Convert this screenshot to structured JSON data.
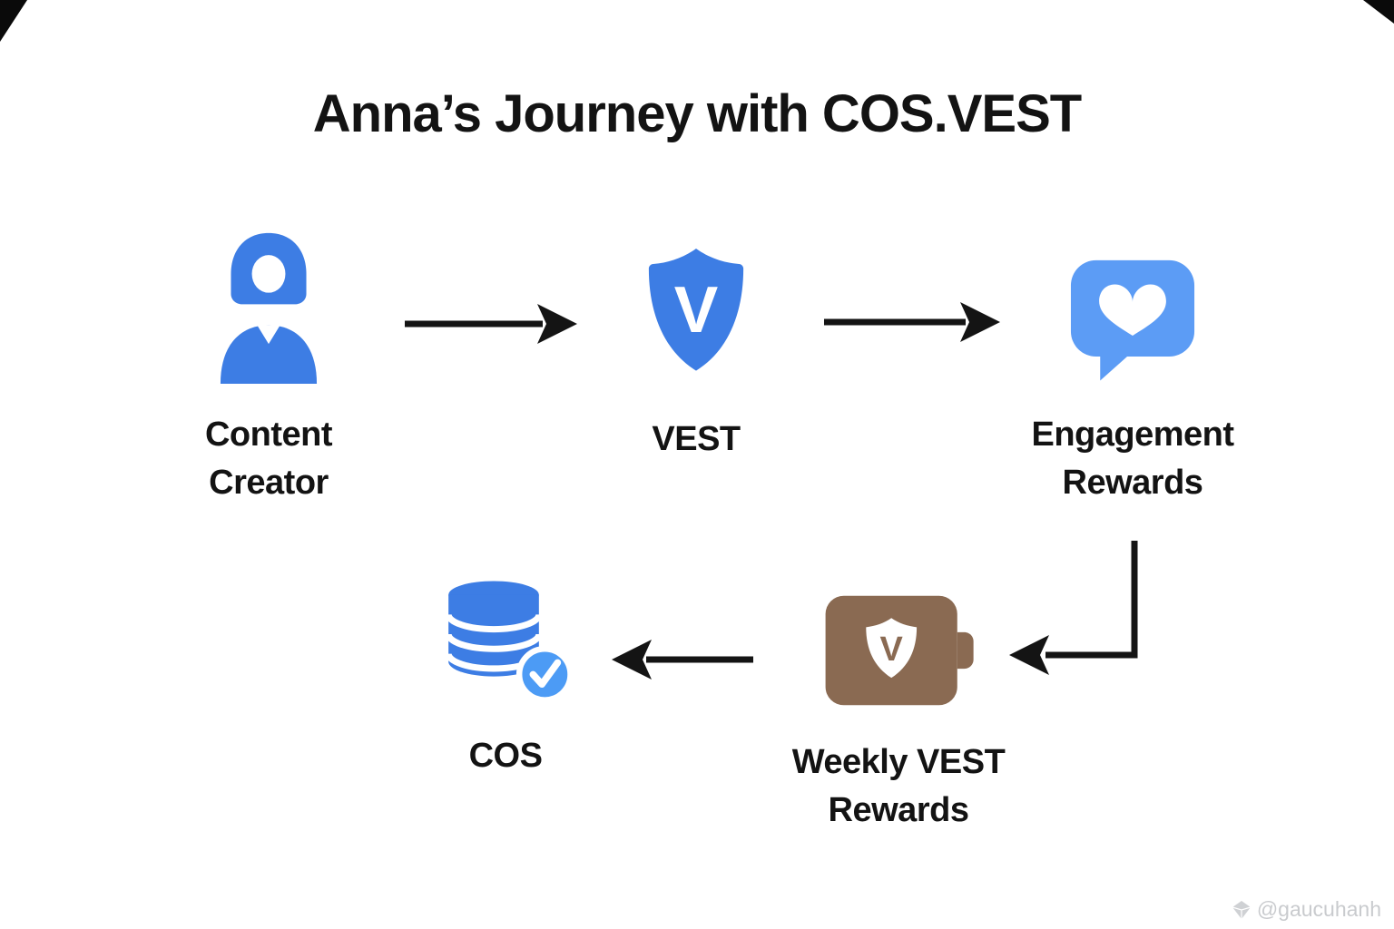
{
  "title": "Anna’s Journey with COS.VEST",
  "nodes": {
    "content_creator": {
      "label": "Content\nCreator",
      "icon": "person-icon"
    },
    "vest": {
      "label": "VEST",
      "letter": "V",
      "icon": "shield-v-icon"
    },
    "engagement": {
      "label": "Engagement\nRewards",
      "icon": "heart-message-bubble-icon"
    },
    "weekly": {
      "label": "Weekly VEST\nRewards",
      "letter": "V",
      "icon": "wallet-shield-icon"
    },
    "cos": {
      "label": "COS",
      "icon": "database-check-icon"
    }
  },
  "flow": [
    "content_creator -> vest",
    "vest -> engagement",
    "engagement -> weekly",
    "weekly -> cos"
  ],
  "watermark": {
    "handle": "@gaucuhanh",
    "icon": "gem-icon"
  },
  "colors": {
    "blue": "#3D7DE4",
    "light_blue": "#5C9CF5",
    "badge_blue": "#4C9BF5",
    "brown": "#8A6A52",
    "arrow_black": "#141414",
    "background": "#FFFFFF"
  }
}
